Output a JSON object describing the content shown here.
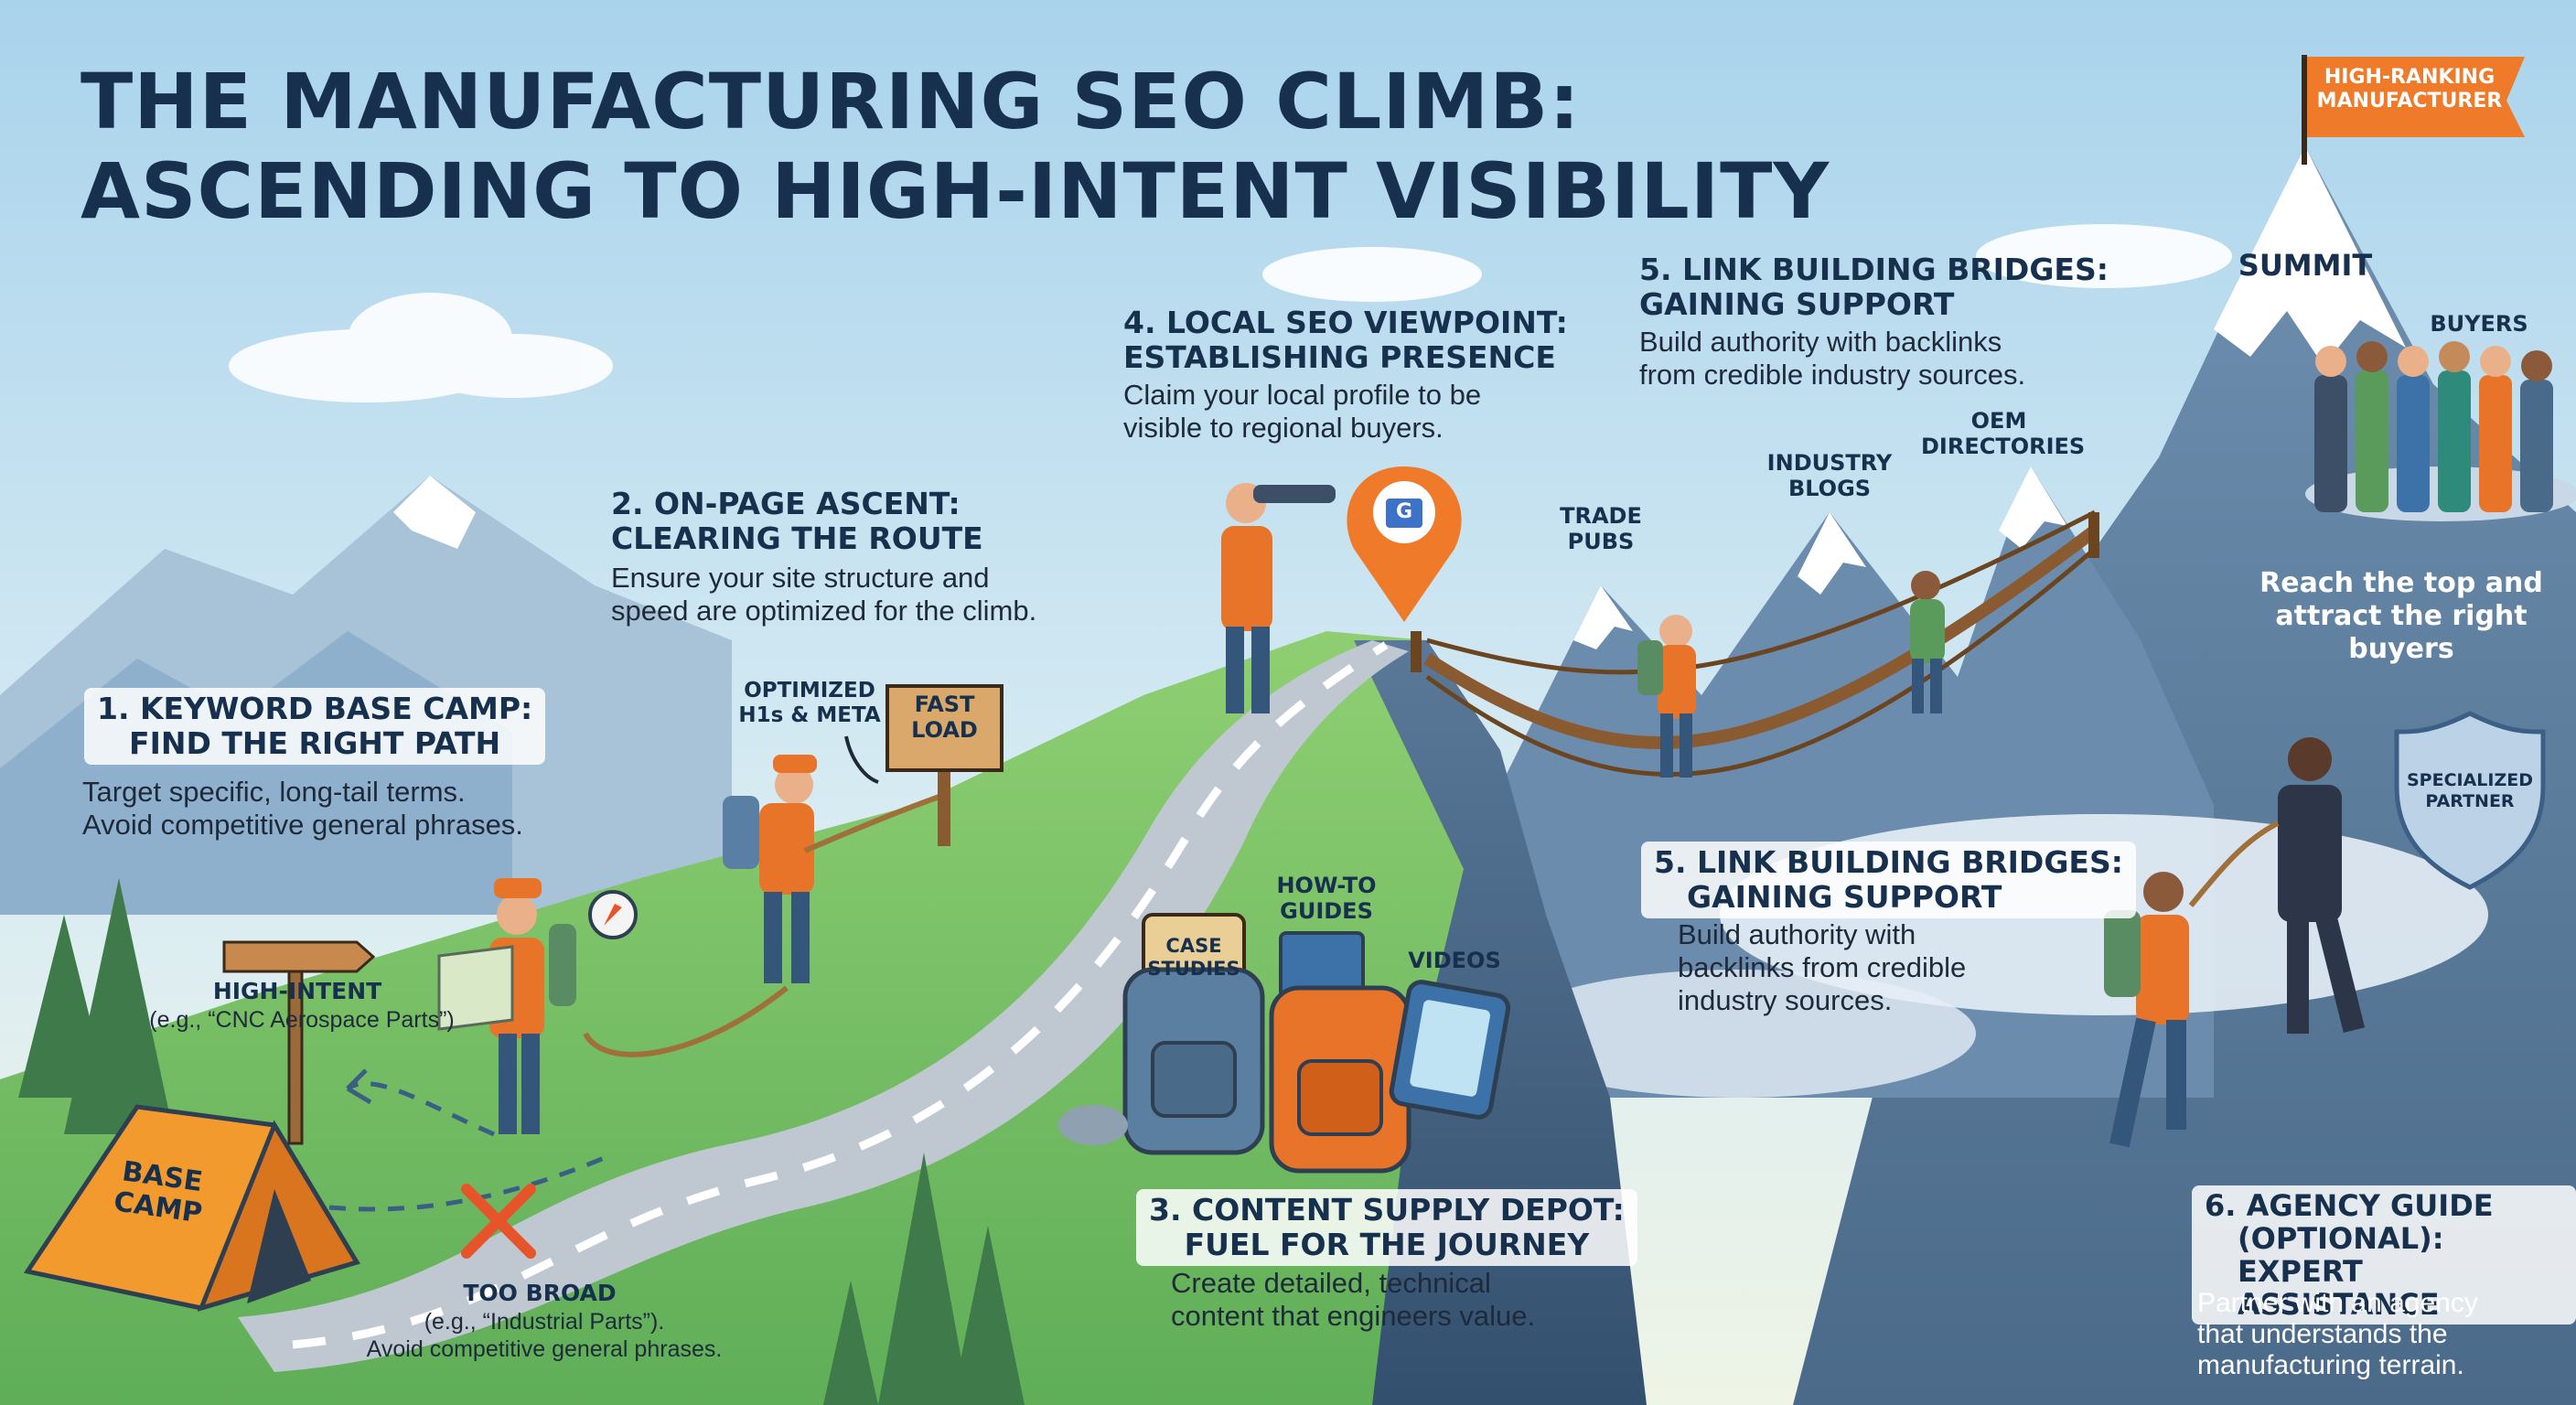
{
  "title": {
    "line1": "THE MANUFACTURING SEO CLIMB:",
    "line2": "ASCENDING TO HIGH-INTENT VISIBILITY"
  },
  "flag": {
    "line1": "HIGH-RANKING",
    "line2": "MANUFACTURER"
  },
  "summit": {
    "label": "SUMMIT",
    "buyers_label": "BUYERS",
    "caption_line1": "Reach the top and",
    "caption_line2": "attract the right buyers"
  },
  "step1": {
    "heading_line1": "1. KEYWORD BASE CAMP:",
    "heading_line2": "FIND THE RIGHT PATH",
    "body_line1": "Target specific, long-tail terms.",
    "body_line2": "Avoid competitive general phrases."
  },
  "signpost": {
    "high_intent": "HIGH-INTENT",
    "high_intent_example": "(e.g., “CNC Aerospace Parts”)",
    "too_broad": "TOO BROAD",
    "too_broad_example": "(e.g., “Industrial Parts”).",
    "too_broad_note": "Avoid competitive general phrases."
  },
  "tent": {
    "line1": "BASE",
    "line2": "CAMP"
  },
  "step2": {
    "heading_line1": "2. ON-PAGE ASCENT:",
    "heading_line2": "CLEARING THE ROUTE",
    "body_line1": "Ensure your site structure and",
    "body_line2": "speed are optimized for the climb.",
    "optimized_line1": "OPTIMIZED",
    "optimized_line2": "H1s & META",
    "sign_line1": "FAST",
    "sign_line2": "LOAD"
  },
  "step3": {
    "heading_line1": "3. CONTENT SUPPLY DEPOT:",
    "heading_line2": "FUEL FOR THE JOURNEY",
    "body_line1": "Create detailed, technical",
    "body_line2": "content that engineers value.",
    "howto_line1": "HOW-TO",
    "howto_line2": "GUIDES",
    "case_line1": "CASE",
    "case_line2": "STUDIES",
    "videos": "VIDEOS"
  },
  "step4": {
    "heading_line1": "4. LOCAL SEO VIEWPOINT:",
    "heading_line2": "ESTABLISHING PRESENCE",
    "body_line1": "Claim your local profile to be",
    "body_line2": "visible to regional buyers.",
    "pin_letter": "G"
  },
  "step5_top": {
    "heading_line1": "5. LINK BUILDING BRIDGES:",
    "heading_line2": "GAINING SUPPORT",
    "body_line1": "Build authority with backlinks",
    "body_line2": "from credible industry sources."
  },
  "peaks": {
    "trade_line1": "TRADE",
    "trade_line2": "PUBS",
    "blogs_line1": "INDUSTRY",
    "blogs_line2": "BLOGS",
    "oem_line1": "OEM",
    "oem_line2": "DIRECTORIES"
  },
  "step5_mid": {
    "heading_line1": "5. LINK BUILDING BRIDGES:",
    "heading_line2": "GAINING SUPPORT",
    "body_line1": "Build authority with",
    "body_line2": "backlinks from credible",
    "body_line3": "industry sources."
  },
  "shield": {
    "line1": "SPECIALIZED",
    "line2": "PARTNER"
  },
  "step6": {
    "heading_line1": "6. AGENCY GUIDE",
    "heading_line2": "(OPTIONAL): EXPERT",
    "heading_line3": "ASSISTANCE",
    "body_line1": "Partner with an agency",
    "body_line2": "that understands the",
    "body_line3": "manufacturing terrain."
  },
  "colors": {
    "sky_top": "#a9d3ec",
    "sky_bottom": "#eef4e6",
    "mountain": "#5d7e9e",
    "mountain_dark": "#3f5d7a",
    "grass": "#7cc16b",
    "road": "#b9c3cc",
    "accent_orange": "#ee7a2a",
    "title": "#16304d"
  }
}
